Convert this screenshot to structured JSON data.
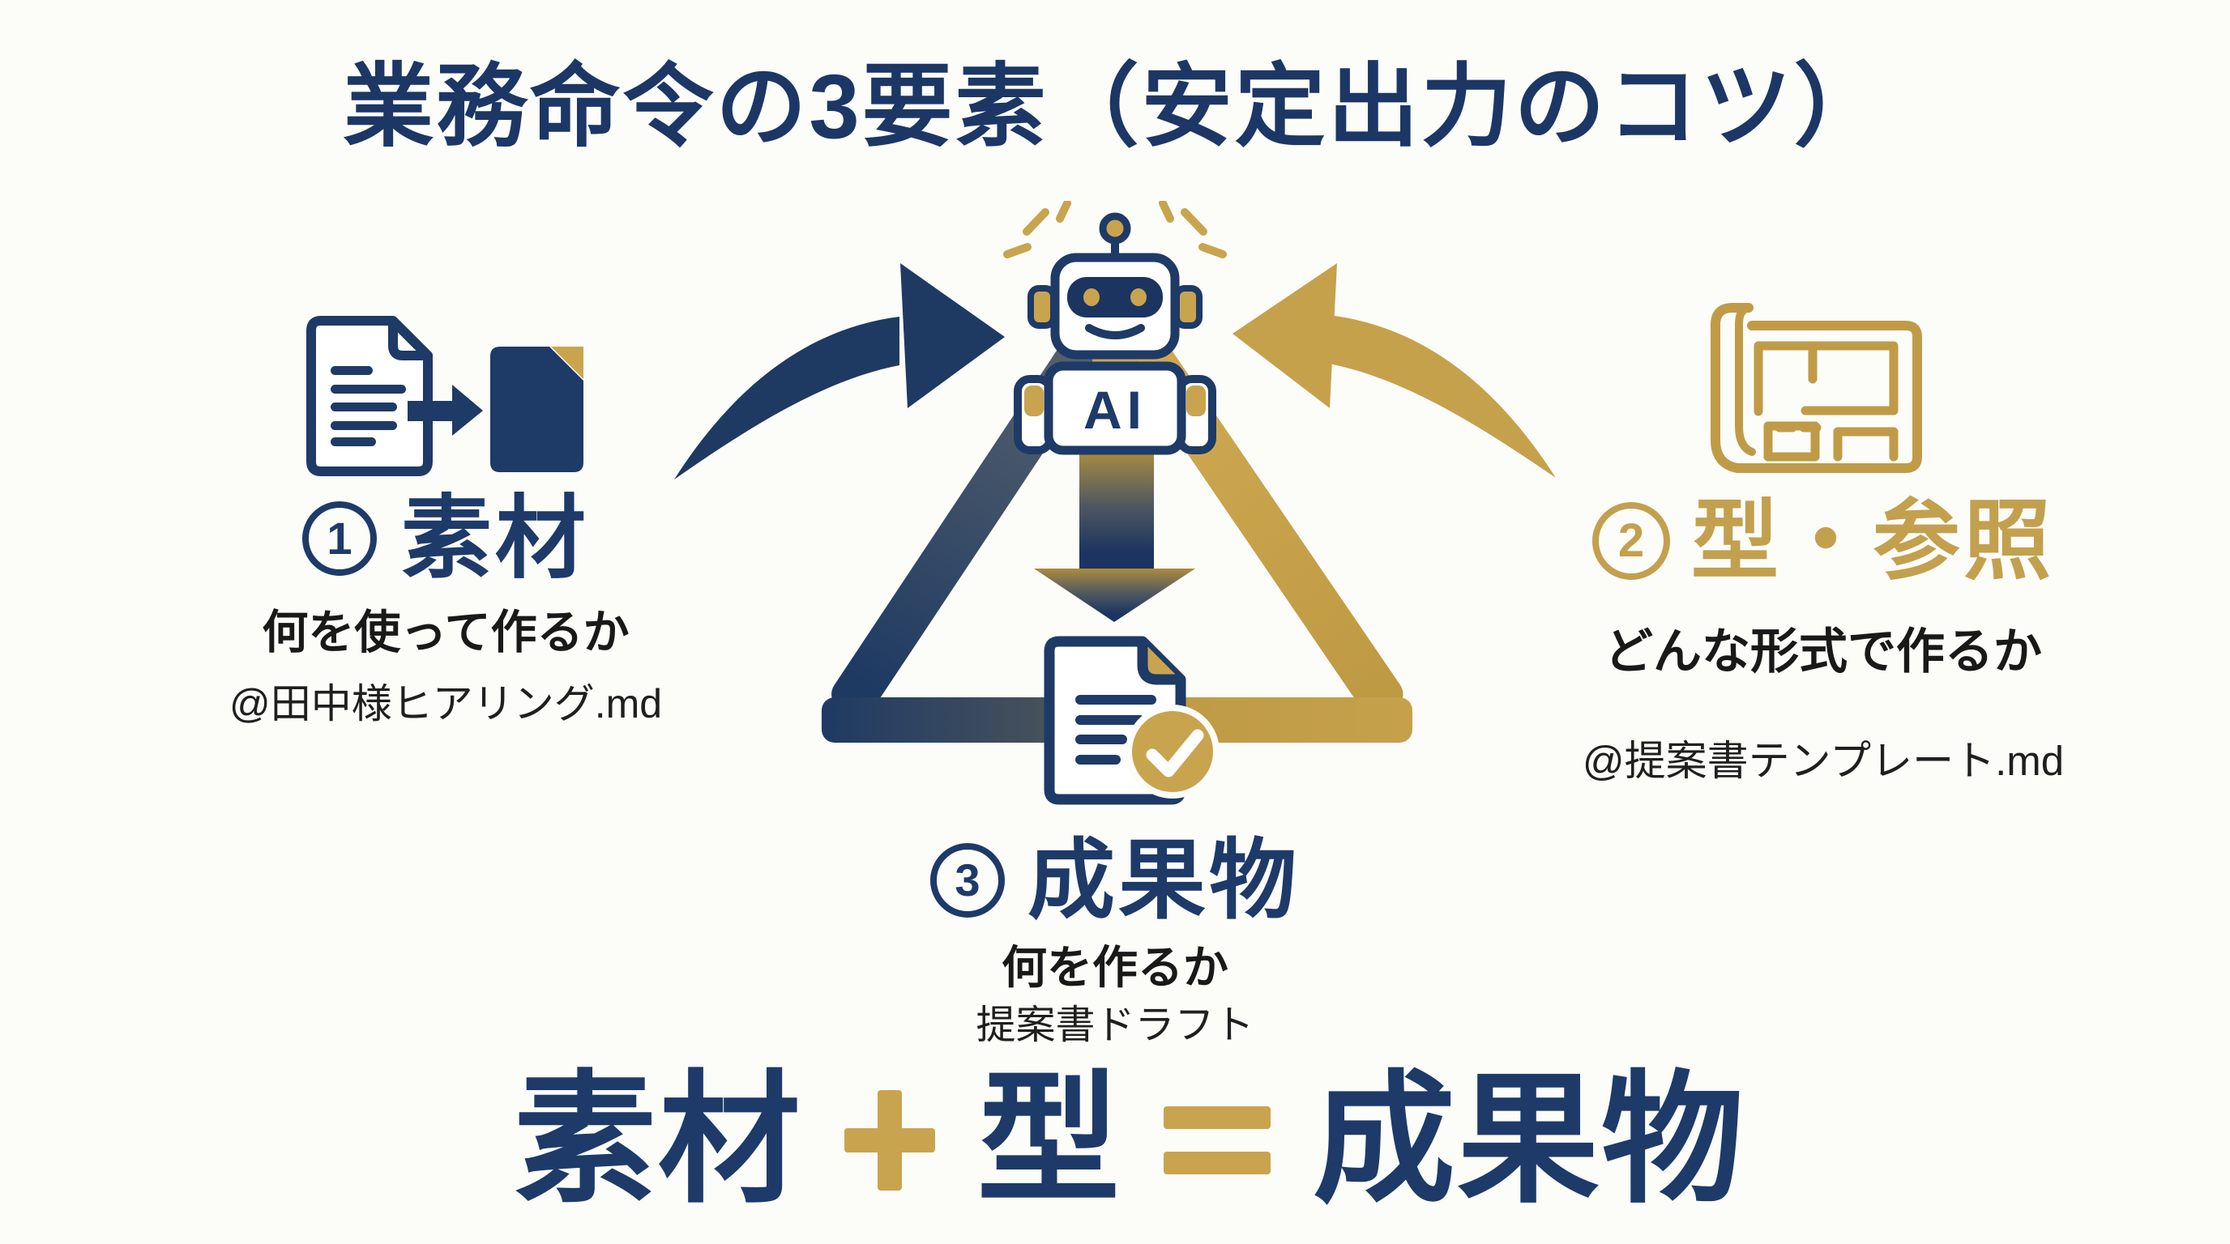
{
  "title": "業務命令の3要素（安定出力のコツ）",
  "colors": {
    "navy": "#1d3a69",
    "gold": "#c9a44f",
    "slate": "#4e5964",
    "ink": "#1a1a1a",
    "background": "#fcfcf9"
  },
  "robot": {
    "label": "AI"
  },
  "nodes": {
    "material": {
      "number": "1",
      "label": "素材",
      "question": "何を使って作るか",
      "source": "@田中様ヒアリング.md"
    },
    "template": {
      "number": "2",
      "label": "型・参照",
      "question": "どんな形式で作るか",
      "source": "@提案書テンプレート.md"
    },
    "deliverable": {
      "number": "3",
      "label": "成果物",
      "question": "何を作るか",
      "source": "提案書ドラフト"
    }
  },
  "formula": {
    "material": "素材",
    "plus": "+",
    "template": "型",
    "equals": "=",
    "result": "成果物"
  },
  "icons": {
    "material": "document-transfer-icon",
    "template": "blueprint-icon",
    "deliverable": "approved-document-icon",
    "center": "ai-robot-icon"
  }
}
